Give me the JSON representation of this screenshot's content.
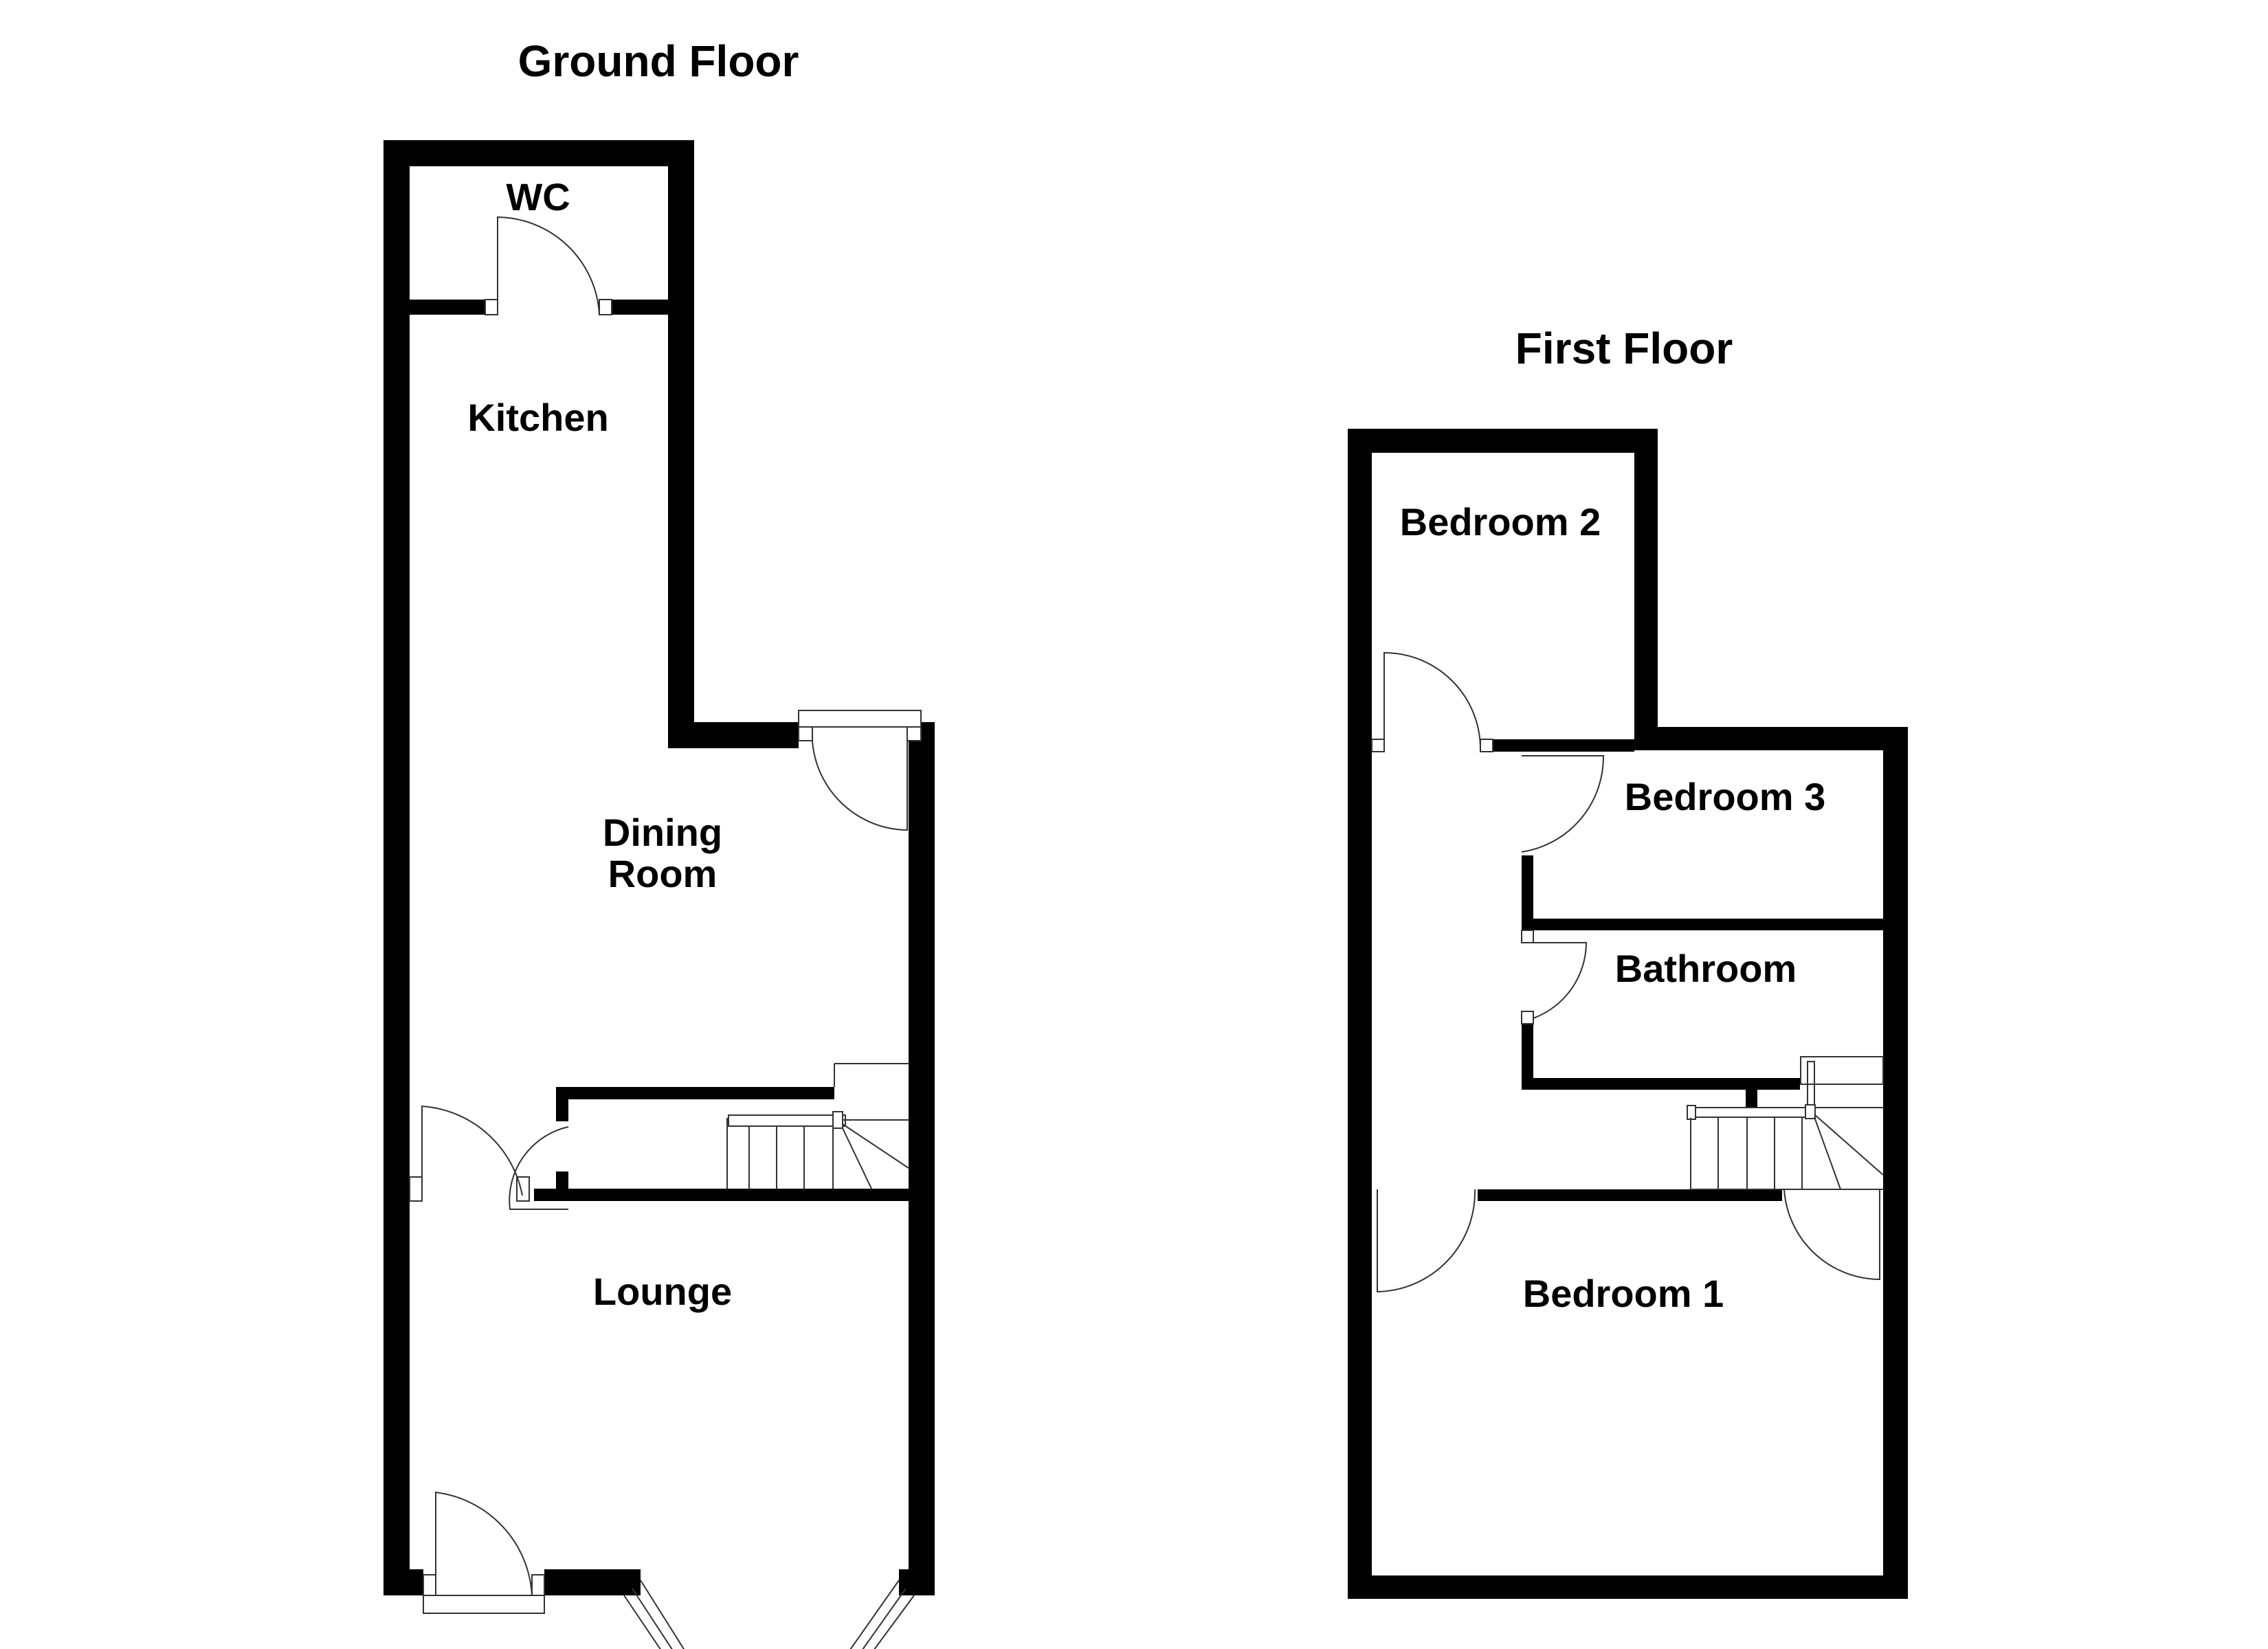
{
  "floors": {
    "ground": {
      "title": "Ground Floor",
      "rooms": {
        "wc": "WC",
        "kitchen": "Kitchen",
        "dining_line1": "Dining",
        "dining_line2": "Room",
        "lounge": "Lounge"
      }
    },
    "first": {
      "title": "First Floor",
      "rooms": {
        "bedroom2": "Bedroom 2",
        "bedroom3": "Bedroom 3",
        "bathroom": "Bathroom",
        "bedroom1": "Bedroom 1"
      }
    }
  },
  "colors": {
    "wall": "#000000",
    "background": "#ffffff",
    "fixture_line": "#333333"
  }
}
